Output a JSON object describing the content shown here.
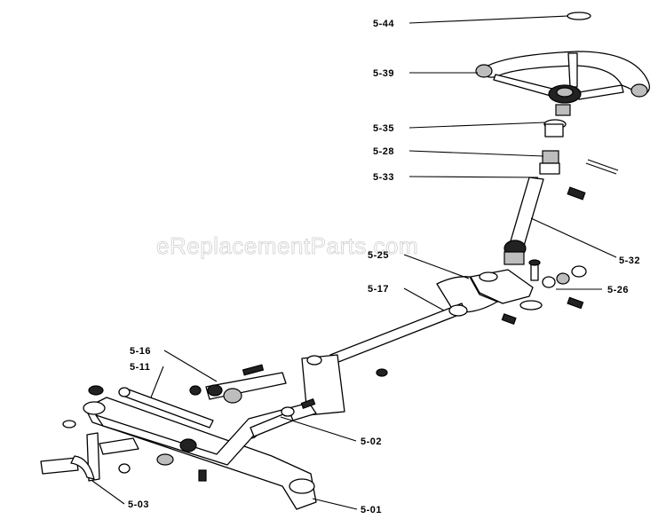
{
  "watermark": "eReplacementParts.com",
  "labels": {
    "p5_44": "5-44",
    "p5_39": "5-39",
    "p5_35": "5-35",
    "p5_28": "5-28",
    "p5_33": "5-33",
    "p5_32": "5-32",
    "p5_25": "5-25",
    "p5_26": "5-26",
    "p5_17": "5-17",
    "p5_16": "5-16",
    "p5_11": "5-11",
    "p5_02": "5-02",
    "p5_03": "5-03",
    "p5_01": "5-01"
  }
}
